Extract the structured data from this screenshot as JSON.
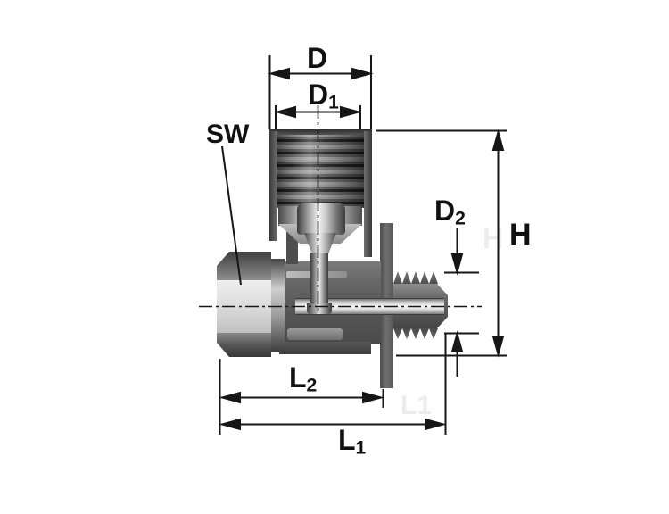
{
  "figure": {
    "type": "technical-dimension-drawing",
    "subject": "elbow swivel fitting cross-section with male and female threaded ports"
  },
  "labels": {
    "D": {
      "base": "D",
      "sub": ""
    },
    "D1": {
      "base": "D",
      "sub": "1"
    },
    "SW": {
      "base": "SW",
      "sub": ""
    },
    "D2": {
      "base": "D",
      "sub": "2"
    },
    "H": {
      "base": "H",
      "sub": ""
    },
    "L2": {
      "base": "L",
      "sub": "2"
    },
    "L1": {
      "base": "L",
      "sub": "1"
    }
  },
  "watermarks": {
    "h_ghost": "H",
    "l1_ghost": "L1"
  },
  "colors": {
    "line": "#161616",
    "background": "#ffffff",
    "body_gray": "#5f5f5f",
    "nut_highlight": "#e9e9e9"
  }
}
